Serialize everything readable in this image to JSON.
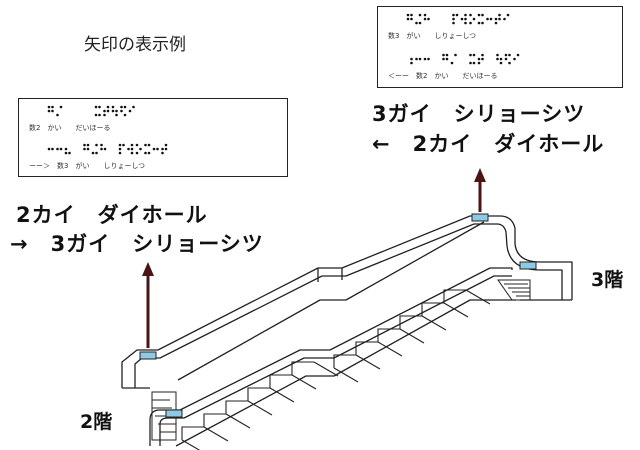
{
  "title": "矢印の表示例",
  "left_sign": {
    "kana_top": "数2　かい　　だいほーる",
    "kana_bottom": "ーー＞　数3　がい　　しりょーしつ",
    "caption_line1": "2カイ　ダイホール",
    "caption_line2": "→　3ガイ　シリョーシツ"
  },
  "right_sign": {
    "kana_top": "数3　がい　　しりょーしつ",
    "kana_bottom": "＜ーー　数2　かい　　だいほーる",
    "caption_line1": "3ガイ　シリョーシツ",
    "caption_line2": "←　2カイ　ダイホール"
  },
  "floor_labels": {
    "lower": "2階",
    "upper": "3階"
  },
  "colors": {
    "arrow": "#4a1414",
    "braille_marker": "#8ec9e6"
  }
}
